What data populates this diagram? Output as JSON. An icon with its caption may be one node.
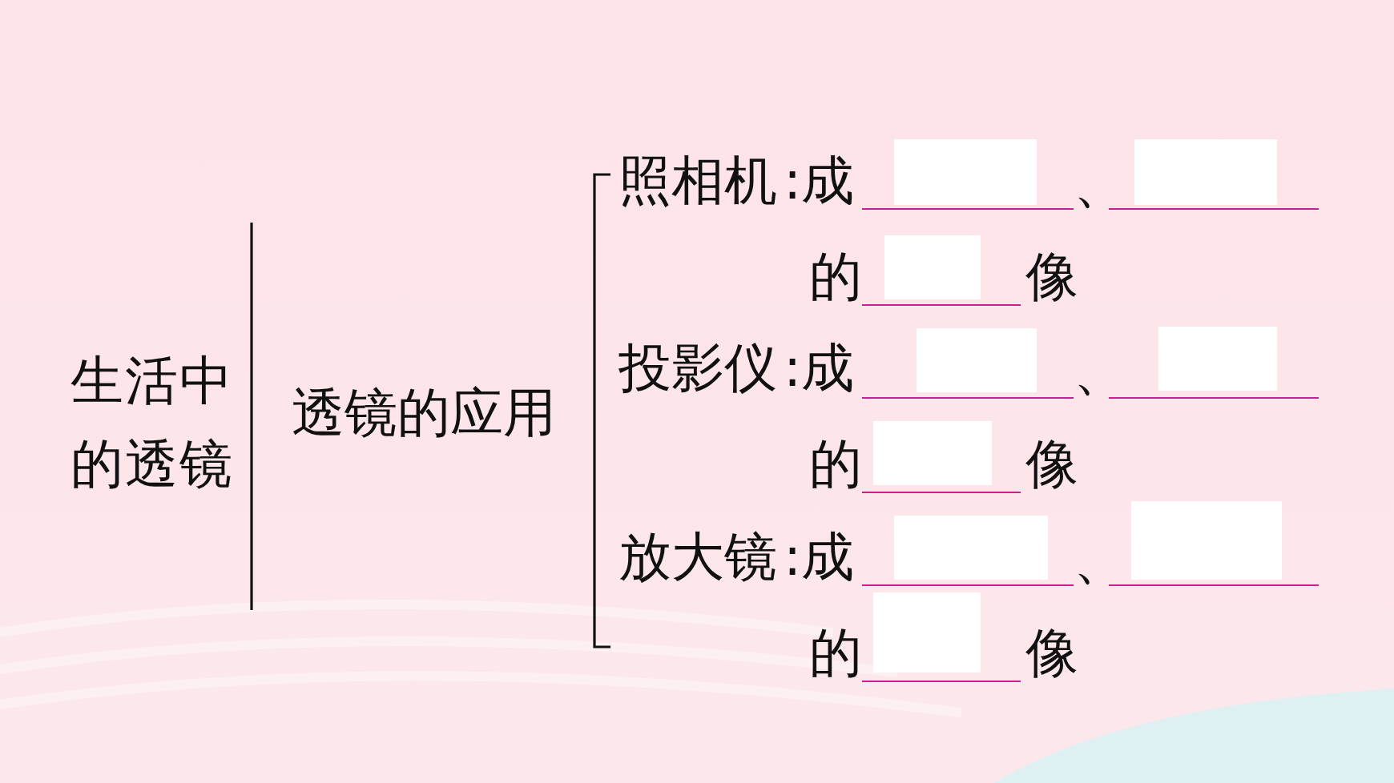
{
  "diagram": {
    "nodes": [
      {
        "text": [
          "生活中的透镜"
        ]
      },
      {
        "text": [
          "透镜的应用"
        ]
      },
      {
        "text": [
          "照相机"
        ]
      },
      {
        "text": [
          "投影仪"
        ]
      },
      {
        "text": [
          "放大镜"
        ]
      }
    ],
    "labels": [
      ":成",
      "、",
      "的",
      "像",
      ":成",
      "、",
      "的",
      "像",
      ":成",
      "、",
      "的",
      "像"
    ]
  }
}
